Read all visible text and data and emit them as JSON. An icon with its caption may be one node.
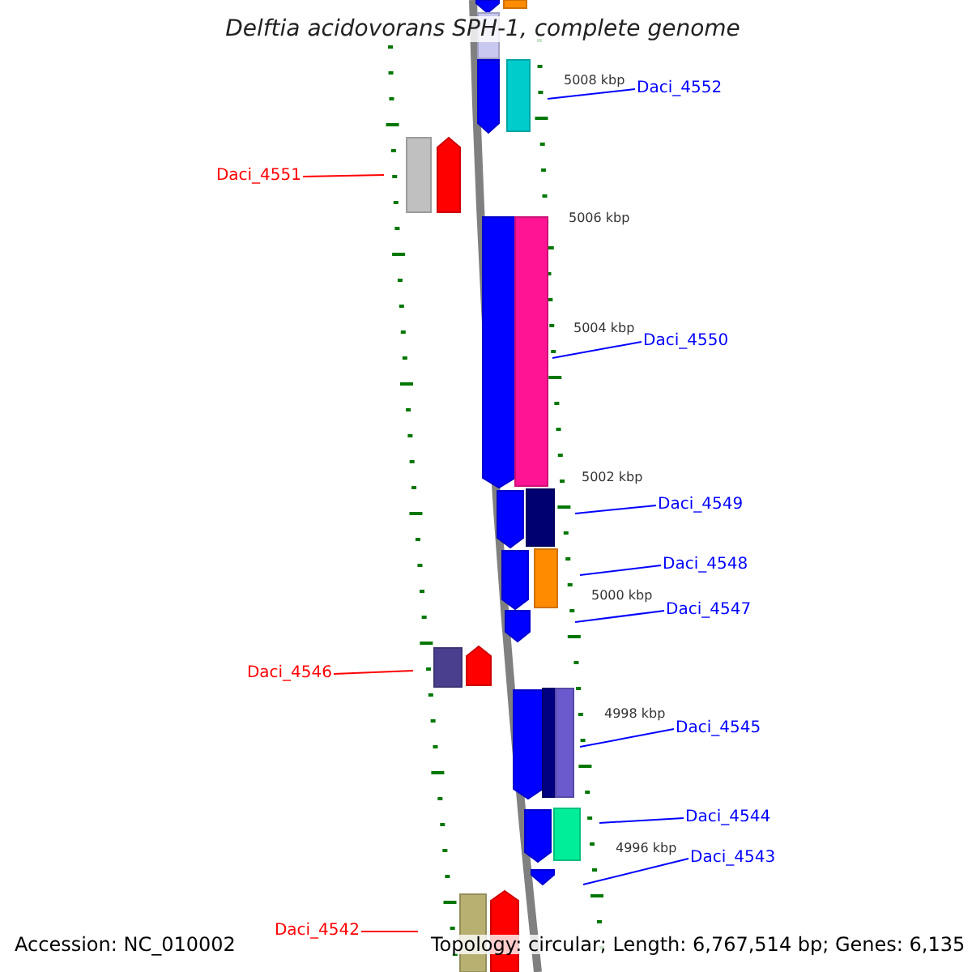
{
  "diagram": {
    "title": "Delftia acidovorans SPH-1, complete genome",
    "nodes": [
      {
        "text": [
          "Daci_4552"
        ]
      },
      {
        "text": [
          "Daci_4551"
        ]
      },
      {
        "text": [
          "Daci_4550"
        ]
      },
      {
        "text": [
          "Daci_4549"
        ]
      },
      {
        "text": [
          "Daci_4548"
        ]
      },
      {
        "text": [
          "Daci_4547"
        ]
      },
      {
        "text": [
          "Daci_4546"
        ]
      },
      {
        "text": [
          "Daci_4545"
        ]
      },
      {
        "text": [
          "Daci_4544"
        ]
      },
      {
        "text": [
          "Daci_4543"
        ]
      },
      {
        "text": [
          "Daci_4542"
        ]
      }
    ],
    "edges": [
      {
        "from": 0,
        "to": null,
        "arrow": "none"
      },
      {
        "from": 1,
        "to": null,
        "arrow": "none",
        "color": "#ff0000"
      },
      {
        "from": 2,
        "to": null,
        "arrow": "none"
      },
      {
        "from": 3,
        "to": null,
        "arrow": "none"
      },
      {
        "from": 4,
        "to": null,
        "arrow": "none"
      },
      {
        "from": 5,
        "to": null,
        "arrow": "none"
      },
      {
        "from": 6,
        "to": null,
        "arrow": "none",
        "color": "#ff0000"
      },
      {
        "from": 7,
        "to": null,
        "arrow": "none"
      },
      {
        "from": 8,
        "to": null,
        "arrow": "none"
      },
      {
        "from": 9,
        "to": null,
        "arrow": "none"
      },
      {
        "from": 10,
        "to": null,
        "arrow": "none",
        "color": "#ff0000"
      }
    ],
    "labels": [
      "5008 kbp",
      "5006 kbp",
      "5004 kbp",
      "5002 kbp",
      "5000 kbp",
      "4998 kbp",
      "4996 kbp",
      "Accession: NC_010002",
      "Topology: circular; Length: 6,767,514 bp; Genes: 6,135"
    ]
  }
}
